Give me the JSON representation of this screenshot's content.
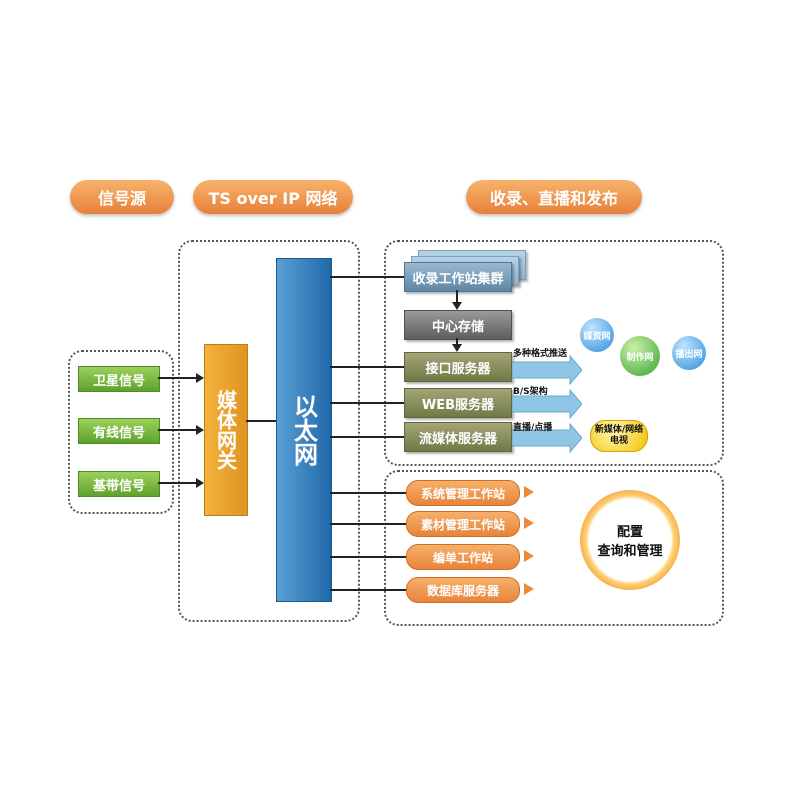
{
  "headers": {
    "signal_source": "信号源",
    "ts_network": "TS over IP 网络",
    "record_publish": "收录、直播和发布"
  },
  "signals": [
    "卫星信号",
    "有线信号",
    "基带信号"
  ],
  "gateway": "媒体网关",
  "ethernet": "以太网",
  "servers": {
    "record_cluster": "收录工作站集群",
    "central_storage": "中心存储",
    "interface_server": "接口服务器",
    "web_server": "WEB服务器",
    "streaming_server": "流媒体服务器"
  },
  "labels": {
    "multi_format": "多种格式推送",
    "bs_arch": "B/S架构",
    "live_vod": "直播/点播"
  },
  "balls": {
    "media_net": "媒资网",
    "production_net": "制作网",
    "broadcast_net": "播出网",
    "new_media": "新媒体/网络电视"
  },
  "workstations": [
    "系统管理工作站",
    "素材管理工作站",
    "编单工作站",
    "数据库服务器"
  ],
  "config": {
    "line1": "配置",
    "line2": "查询和管理"
  }
}
